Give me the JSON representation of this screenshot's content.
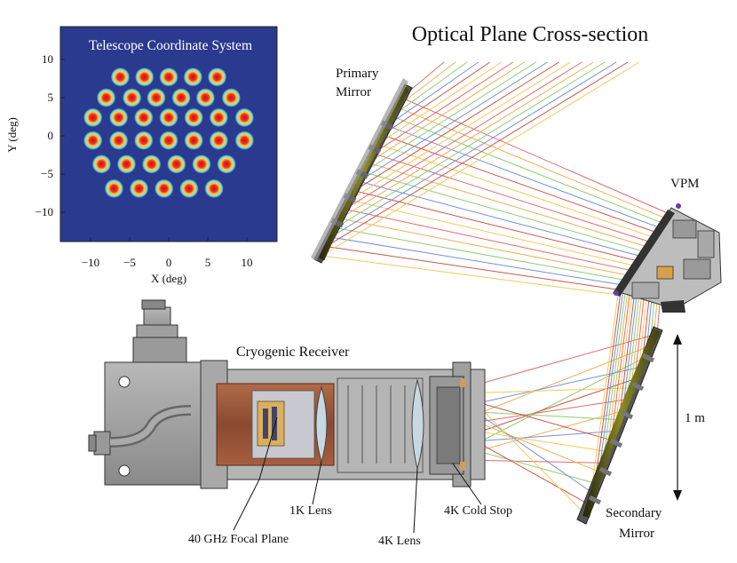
{
  "title": "Optical Plane Cross-section",
  "inset": {
    "title": "Telescope Coordinate System",
    "xlabel": "X (deg)",
    "ylabel": "Y (deg)",
    "x_ticks": [
      "−10",
      "−5",
      "0",
      "5",
      "10"
    ],
    "y_ticks": [
      "10",
      "5",
      "0",
      "−5",
      "−10"
    ],
    "background_color": "#2a3a8f",
    "beam_color": "#d62020",
    "beam_rows": [
      {
        "y": 7.7,
        "x": [
          -6.2,
          -3.1,
          0,
          3.1,
          6.2
        ]
      },
      {
        "y": 5.0,
        "x": [
          -8.0,
          -4.7,
          -1.6,
          1.6,
          4.7,
          8.0
        ]
      },
      {
        "y": 2.4,
        "x": [
          -9.7,
          -6.4,
          -3.2,
          0,
          3.2,
          6.4,
          9.7
        ]
      },
      {
        "y": -0.6,
        "x": [
          -9.7,
          -6.4,
          -3.2,
          0,
          3.2,
          6.4,
          9.7
        ]
      },
      {
        "y": -3.7,
        "x": [
          -8.6,
          -5.4,
          -2.2,
          1.0,
          4.2,
          7.4
        ]
      },
      {
        "y": -6.9,
        "x": [
          -7.0,
          -3.8,
          -0.6,
          2.6,
          5.8
        ]
      }
    ]
  },
  "labels": {
    "primary_mirror": [
      "Primary",
      "Mirror"
    ],
    "vpm": "VPM",
    "secondary_mirror": [
      "Secondary",
      "Mirror"
    ],
    "cryogenic_receiver": "Cryogenic Receiver",
    "lens_1k": "1K Lens",
    "lens_4k": "4K Lens",
    "cold_stop_4k": "4K Cold Stop",
    "focal_plane": "40 GHz Focal Plane",
    "scale_bar": "1 m"
  },
  "ray_colors": [
    "#d9534f",
    "#e8a33d",
    "#7cc35a",
    "#5a7fd0",
    "#c0392b",
    "#f0c040"
  ]
}
